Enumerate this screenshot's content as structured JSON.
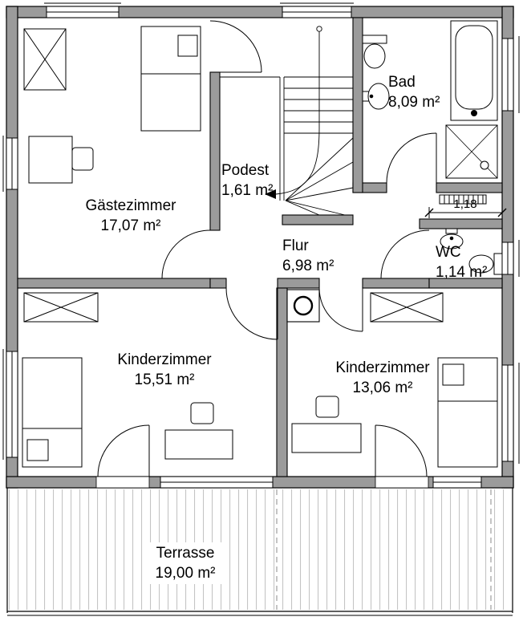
{
  "rooms": {
    "gaestezimmer": {
      "name": "Gästezimmer",
      "area": "17,07 m²"
    },
    "bad": {
      "name": "Bad",
      "area": "8,09 m²"
    },
    "podest": {
      "name": "Podest",
      "area": "1,61 m²"
    },
    "flur": {
      "name": "Flur",
      "area": "6,98 m²"
    },
    "wc": {
      "name": "WC",
      "area": "1,14 m²"
    },
    "kinderzimmer_links": {
      "name": "Kinderzimmer",
      "area": "15,51 m²"
    },
    "kinderzimmer_rechts": {
      "name": "Kinderzimmer",
      "area": "13,06 m²"
    },
    "terrasse": {
      "name": "Terrasse",
      "area": "19,00 m²"
    }
  },
  "dimensions": {
    "wc_width": "1,18"
  },
  "colors": {
    "wall_fill": "#9b9b9b",
    "line": "#000000",
    "terrace_hatch": "#c4c4c4",
    "background": "#ffffff"
  }
}
